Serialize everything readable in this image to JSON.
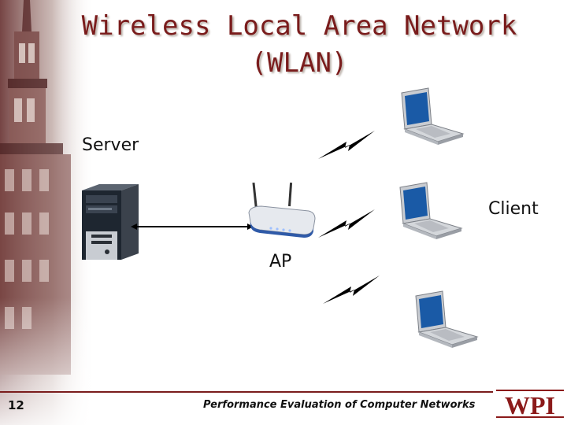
{
  "slide": {
    "title_line1": "Wireless Local Area Network",
    "title_line2": "(WLAN)",
    "page_number": "12",
    "footer": "Performance Evaluation of Computer Networks"
  },
  "diagram": {
    "server_label": "Server",
    "client_label": "Client",
    "ap_label": "AP"
  },
  "logo": {
    "text": "WPI",
    "color": "#8b1a1a"
  },
  "colors": {
    "title": "#7a1c1c",
    "accent": "#7a1c1c"
  }
}
